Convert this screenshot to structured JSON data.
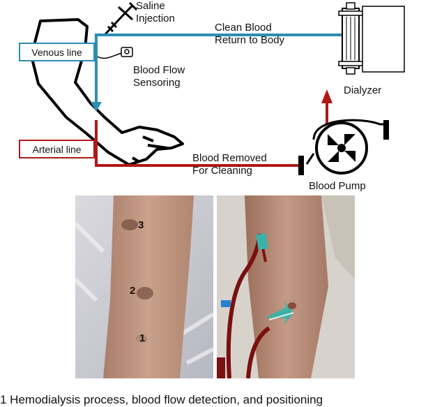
{
  "labels": {
    "saline": [
      "Saline",
      "Injection"
    ],
    "clean_blood": [
      "Clean Blood",
      "Return to Body"
    ],
    "venous_line": "Venous line",
    "blood_flow": [
      "Blood Flow",
      "Sensoring"
    ],
    "dialyzer": "Dialyzer",
    "arterial_line": "Arterial line",
    "blood_removed": [
      "Blood Removed",
      "For Cleaning"
    ],
    "blood_pump": "Blood Pump"
  },
  "photo_left_markers": [
    "3",
    "2",
    "1"
  ],
  "caption_fragment": "1    Hemodialysis process, blood flow detection, and positioning",
  "colors": {
    "venous": "#2b8fb3",
    "arterial": "#b01717",
    "skin": "#c49a86",
    "tube": "#7a1010"
  }
}
